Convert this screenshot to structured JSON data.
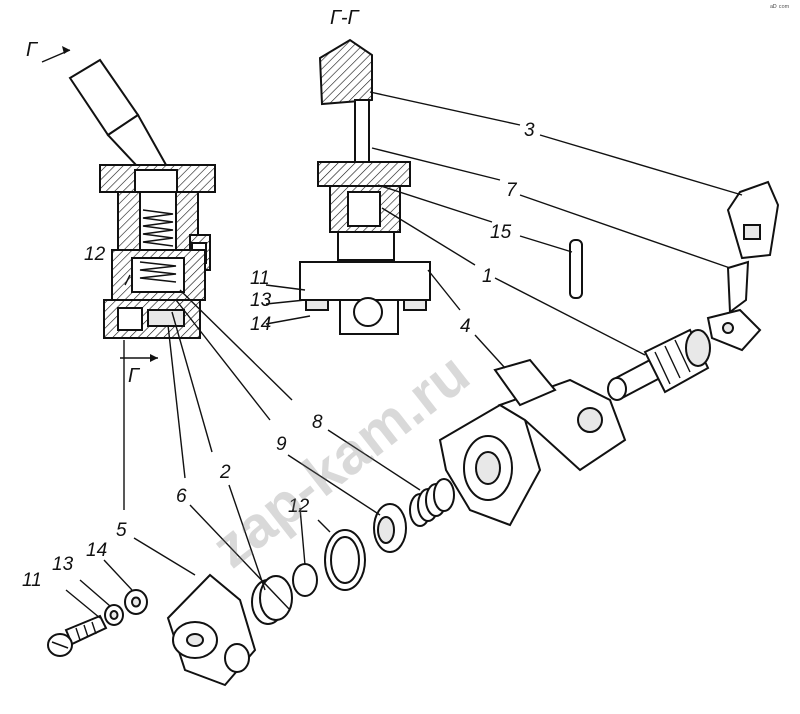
{
  "section_labels": {
    "left_marker_top": "Г",
    "left_marker_bottom": "Г",
    "section_title": "Г-Г"
  },
  "labels": {
    "l1": "1",
    "l2": "2",
    "l3": "3",
    "l4": "4",
    "l5": "5",
    "l6": "6",
    "l7": "7",
    "l8": "8",
    "l9": "9",
    "l11a": "11",
    "l11b": "11",
    "l12a": "12",
    "l12b": "12",
    "l13a": "13",
    "l13b": "13",
    "l14a": "14",
    "l14b": "14",
    "l15": "15"
  },
  "watermark": "zap-kam.ru",
  "corner_mark": "ᵃᴰ ᶜᵒᵐ"
}
